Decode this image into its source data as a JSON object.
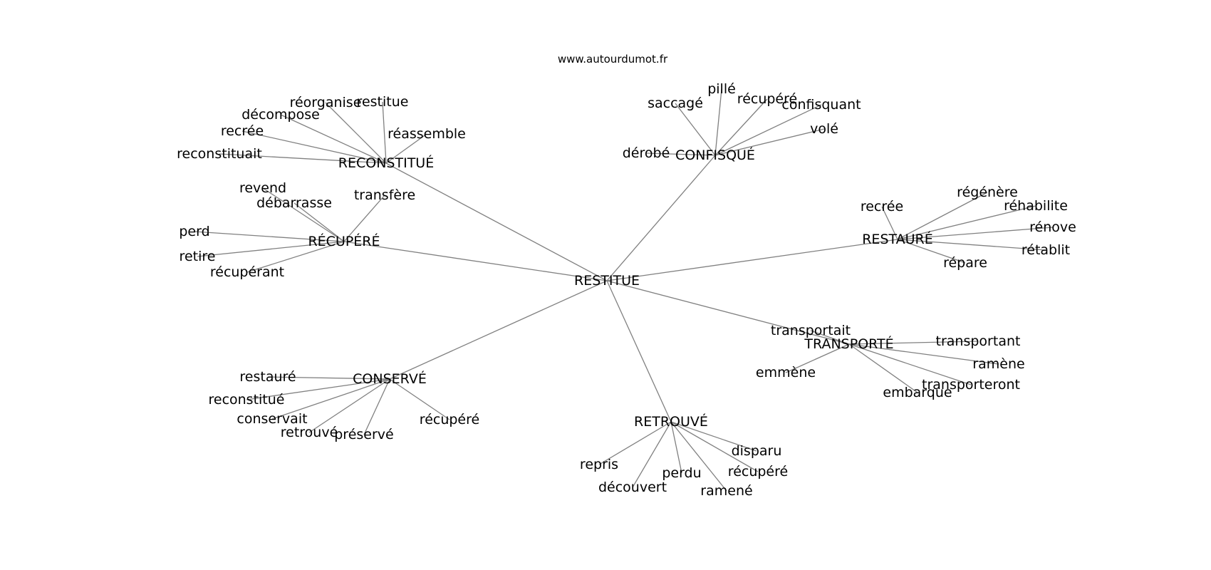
{
  "source": "www.autourdumot.fr",
  "center": "RESTITUE",
  "clusters": [
    {
      "hub": "RECONSTITUÉ",
      "words": [
        "réorganise",
        "restitue",
        "décompose",
        "recrée",
        "réassemble",
        "reconstituait"
      ]
    },
    {
      "hub": "CONFISQUÉ",
      "words": [
        "pillé",
        "saccagé",
        "récupéré",
        "confisquant",
        "volé",
        "dérobé"
      ]
    },
    {
      "hub": "RÉCUPÉRÉ",
      "words": [
        "revend",
        "débarrasse",
        "transfère",
        "perd",
        "retire",
        "récupérant"
      ]
    },
    {
      "hub": "RESTAURÉ",
      "words": [
        "régénère",
        "recrée",
        "réhabilite",
        "rénove",
        "rétablit",
        "répare"
      ]
    },
    {
      "hub": "TRANSPORTÉ",
      "words": [
        "transportait",
        "transportant",
        "ramène",
        "emmène",
        "transporteront",
        "embarque"
      ]
    },
    {
      "hub": "CONSERVÉ",
      "words": [
        "restauré",
        "reconstitué",
        "conservait",
        "retrouvé",
        "préservé",
        "récupéré"
      ]
    },
    {
      "hub": "RETROUVÉ",
      "words": [
        "disparu",
        "repris",
        "perdu",
        "récupéré",
        "découvert",
        "ramené"
      ]
    }
  ]
}
